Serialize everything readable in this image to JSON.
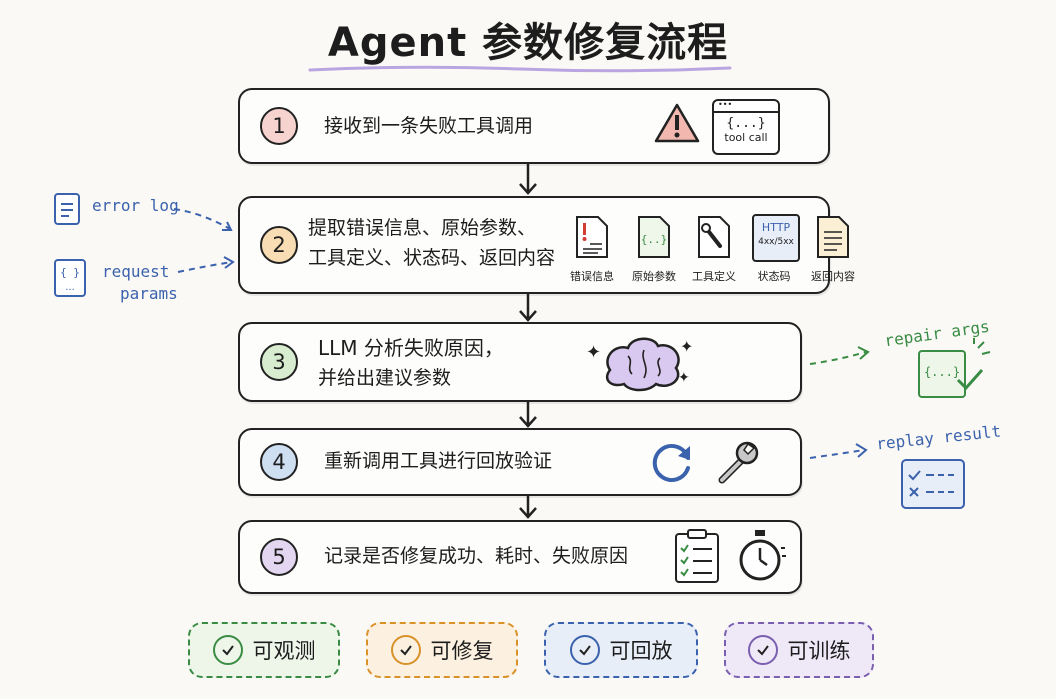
{
  "title": "Agent 参数修复流程",
  "steps": [
    {
      "num": "1",
      "text": "接收到一条失败工具调用",
      "color": "#f6d3cf"
    },
    {
      "num": "2",
      "text_line1": "提取错误信息、原始参数、",
      "text_line2": "工具定义、状态码、返回内容",
      "color": "#f8dcb3"
    },
    {
      "num": "3",
      "text_line1": "LLM 分析失败原因，",
      "text_line2": "并给出建议参数",
      "color": "#d8ecd0"
    },
    {
      "num": "4",
      "text": "重新调用工具进行回放验证",
      "color": "#cfdff2"
    },
    {
      "num": "5",
      "text": "记录是否修复成功、耗时、失败原因",
      "color": "#e2d6f0"
    }
  ],
  "step1_icons": {
    "tool_call_brace": "{...}",
    "tool_call_label": "tool call"
  },
  "step2_icons": [
    {
      "label": "错误信息",
      "icon": "error-doc-icon"
    },
    {
      "label": "原始参数",
      "icon": "params-doc-icon"
    },
    {
      "label": "工具定义",
      "icon": "wrench-doc-icon"
    },
    {
      "label": "状态码",
      "icon": "http-icon",
      "line1": "HTTP",
      "line2": "4xx/5xx"
    },
    {
      "label": "返回内容",
      "icon": "response-doc-icon"
    }
  ],
  "notes": {
    "error_log": "error log",
    "request_params_1": "request",
    "request_params_2": "params",
    "repair_args": "repair args",
    "repair_brace": "{...}",
    "replay_result": "replay result"
  },
  "badges": [
    {
      "label": "可观测",
      "color": "#3a8c45",
      "bg": "#eef6ea"
    },
    {
      "label": "可修复",
      "color": "#d9922a",
      "bg": "#fcf1e0"
    },
    {
      "label": "可回放",
      "color": "#3b62ad",
      "bg": "#e8eef8"
    },
    {
      "label": "可训练",
      "color": "#7a5fb0",
      "bg": "#efe9f7"
    }
  ]
}
